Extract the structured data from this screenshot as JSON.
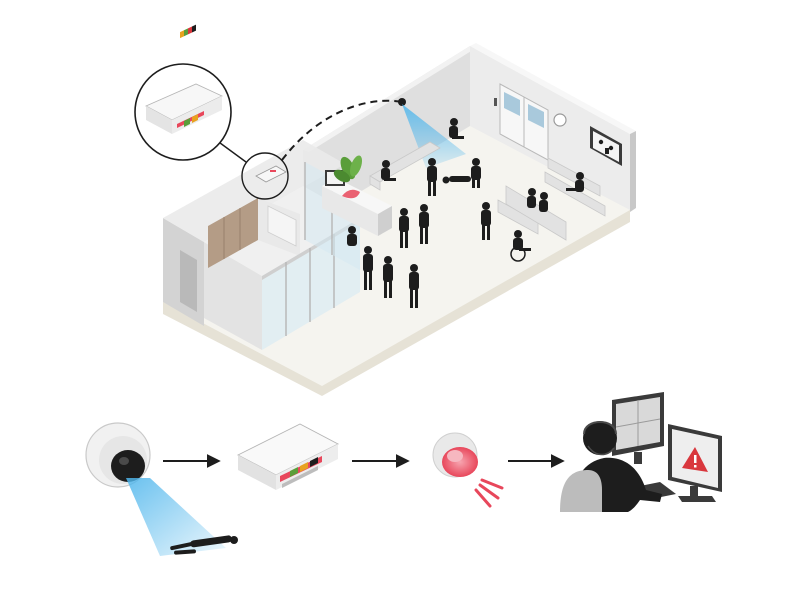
{
  "illustration": {
    "kind": "isometric hospital waiting room with overhead camera",
    "colors": {
      "wall_light": "#f0f0f0",
      "wall_mid": "#dcdcdc",
      "wall_dark": "#b9b9b9",
      "floor": "#f4f3ee",
      "floor_edge": "#e6e2d6",
      "silhouette": "#1d1d1d",
      "beam_blue": "#4fb6ec",
      "siren_red": "#e8475b",
      "warning_red": "#d9373d",
      "cabinet": "#b49c86",
      "plant_green": "#5a9e3a"
    }
  },
  "flow": {
    "steps": [
      {
        "name": "camera",
        "icon": "dome-camera-icon"
      },
      {
        "name": "io-module",
        "icon": "io-module-icon"
      },
      {
        "name": "strobe-siren",
        "icon": "strobe-siren-icon"
      },
      {
        "name": "operator",
        "icon": "operator-workstation-icon"
      }
    ],
    "arrows": 3
  }
}
